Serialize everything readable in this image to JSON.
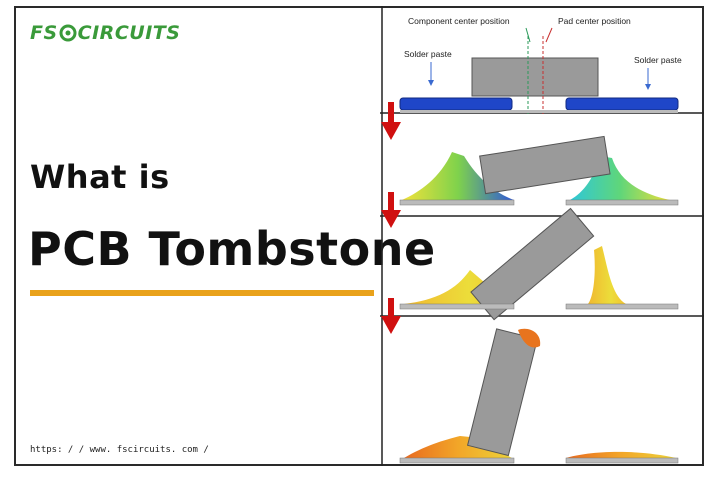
{
  "brand": {
    "logo_text_left": "FS",
    "logo_text_right": "CIRCUITS",
    "logo_color": "#3a9a3a"
  },
  "heading": {
    "line1": "What is",
    "line2": "PCB Tombstone",
    "underline_color": "#e9a21b"
  },
  "footer": {
    "url": "https: / / www. fscircuits. com /"
  },
  "diagram": {
    "label_component_center": "Component center position",
    "label_pad_center": "Pad center position",
    "label_solder_left": "Solder paste",
    "label_solder_right": "Solder paste",
    "arrow_color": "#d01010",
    "pad_color": "#1f46c8",
    "component_color": "#9a9a9a"
  }
}
